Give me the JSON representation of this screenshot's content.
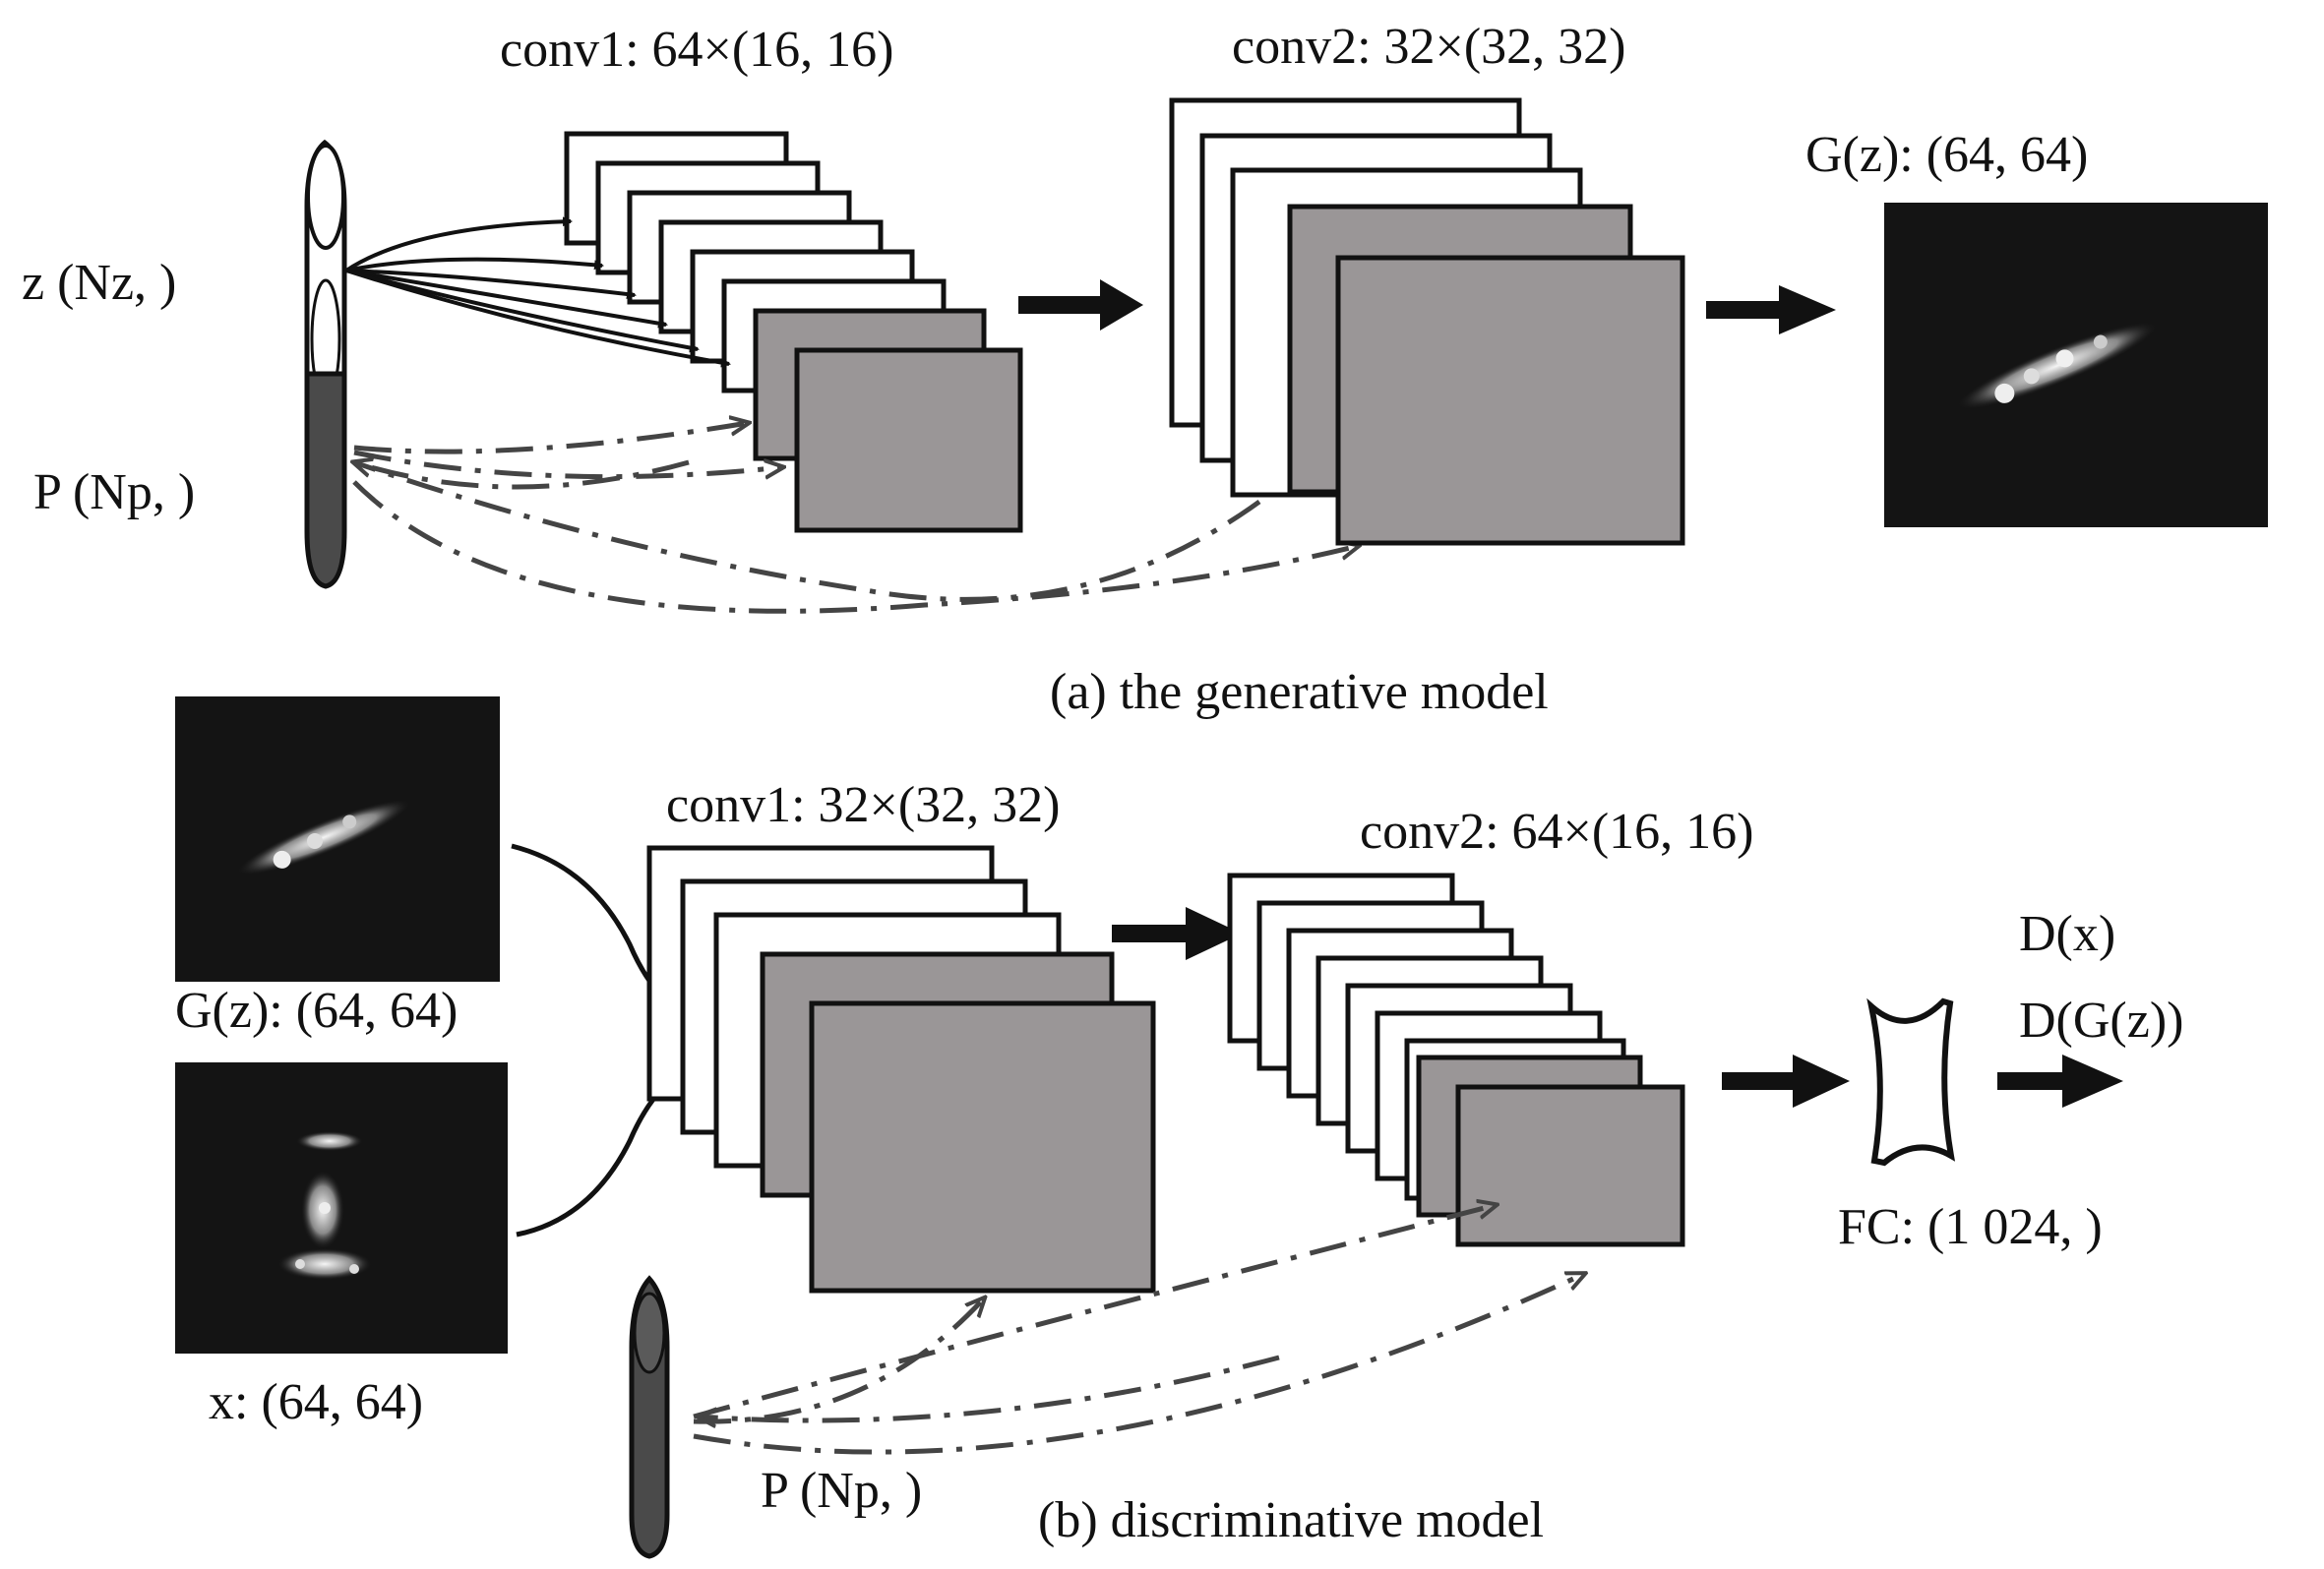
{
  "generative": {
    "caption": "(a) the generative model",
    "z_label": "z (Nz, )",
    "p_label": "P (Np, )",
    "conv1_label": "conv1: 64×(16, 16)",
    "conv2_label": "conv2: 32×(32, 32)",
    "output_label": "G(z): (64, 64)"
  },
  "discriminative": {
    "caption": "(b) discriminative model",
    "gz_label": "G(z): (64, 64)",
    "x_label": "x: (64, 64)",
    "p_label": "P (Np, )",
    "conv1_label": "conv1: 32×(32, 32)",
    "conv2_label": "conv2: 64×(16, 16)",
    "fc_label": "FC: (1 024, )",
    "out_label_1": "D(x)",
    "out_label_2": "D(G(z))"
  },
  "colors": {
    "stroke": "#111111",
    "feature_map_fill": "#ffffff",
    "feature_map_shaded": "#9a9697",
    "image_bg": "#141414",
    "vector_white": "#ffffff",
    "vector_dark": "#4a4a4a"
  }
}
